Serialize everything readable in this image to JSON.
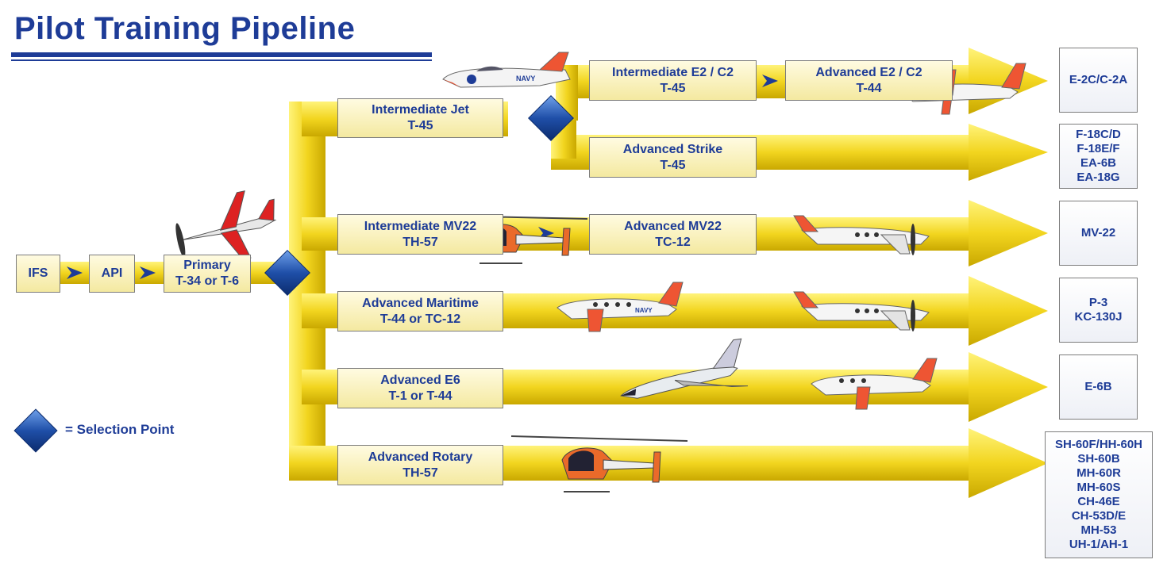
{
  "title": "Pilot Training Pipeline",
  "colors": {
    "title_blue": "#1e3c97",
    "pipe_yellow": "#f2d51f",
    "pipe_shade": "#c9a800",
    "diamond_blue": "#1f4fa8"
  },
  "start": {
    "ifs": "IFS",
    "api": "API",
    "primary": [
      "Primary",
      "T-34 or T-6"
    ]
  },
  "intermediate": {
    "jet": [
      "Intermediate Jet",
      "T-45"
    ],
    "mv22": [
      "Intermediate MV22",
      "TH-57"
    ],
    "e2c2": [
      "Intermediate E2 / C2",
      "T-45"
    ]
  },
  "advanced": {
    "e2c2": [
      "Advanced E2 / C2",
      "T-44"
    ],
    "strike": [
      "Advanced Strike",
      "T-45"
    ],
    "mv22": [
      "Advanced MV22",
      "TC-12"
    ],
    "maritime": [
      "Advanced Maritime",
      "T-44 or TC-12"
    ],
    "e6": [
      "Advanced E6",
      "T-1 or T-44"
    ],
    "rotary": [
      "Advanced Rotary",
      "TH-57"
    ]
  },
  "destinations": {
    "e2c2": [
      "E-2C/C-2A"
    ],
    "strike": [
      "F-18C/D",
      "F-18E/F",
      "EA-6B",
      "EA-18G"
    ],
    "mv22": [
      "MV-22"
    ],
    "maritime": [
      "P-3",
      "KC-130J"
    ],
    "e6": [
      "E-6B"
    ],
    "rotary": [
      "SH-60F/HH-60H",
      "SH-60B",
      "MH-60R",
      "MH-60S",
      "CH-46E",
      "CH-53D/E",
      "MH-53",
      "UH-1/AH-1"
    ]
  },
  "legend": {
    "label": "= Selection Point",
    "icon": "diamond-icon"
  },
  "aircraft_icons": [
    "trainer-prop-icon",
    "jet-trainer-icon",
    "turboprop-icon",
    "helicopter-icon",
    "business-jet-icon"
  ]
}
